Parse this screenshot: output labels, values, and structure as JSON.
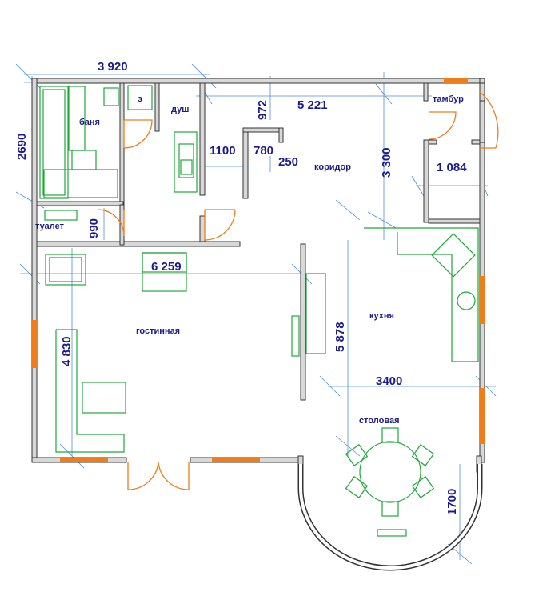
{
  "rooms": {
    "banya": "баня",
    "dush": "душ",
    "tualet": "туалет",
    "koridor": "коридор",
    "tambur": "тамбур",
    "kuhnya": "кухня",
    "gostinaya": "гостинная",
    "stolovaya": "столовая",
    "small_mark": "э"
  },
  "dimensions": {
    "top_width": "3 920",
    "left_height": "2690",
    "corridor_width": "5 221",
    "d972": "972",
    "d1100": "1100",
    "d780": "780",
    "d250": "250",
    "d3300": "3 300",
    "d1084": "1 084",
    "d990": "990",
    "d6259": "6 259",
    "d5878": "5 878",
    "d4830": "4 830",
    "d3400": "3400",
    "d1700": "1700"
  },
  "colors": {
    "wall": "#333333",
    "text": "#1a1a8c",
    "dimension_lines": "#4d8fd9",
    "furniture": "#1fa83a",
    "doors_windows": "#f07c1a"
  }
}
